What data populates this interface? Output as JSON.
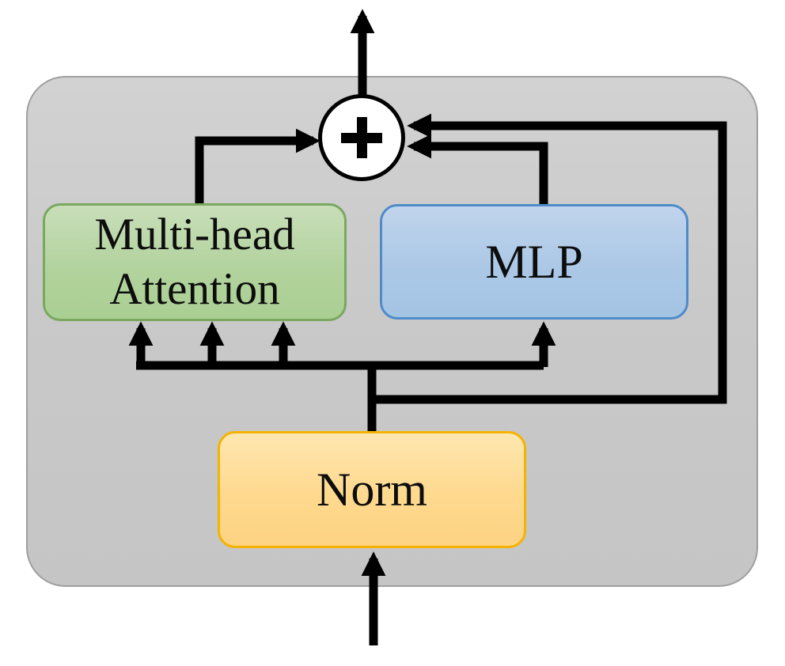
{
  "diagram": {
    "type": "block-diagram",
    "nodes": {
      "attention": {
        "id": "multi-head-attention",
        "lines": [
          "Multi-head",
          "Attention"
        ],
        "fill": "#b2d39d",
        "border": "#79a85e"
      },
      "mlp": {
        "id": "mlp",
        "label": "MLP",
        "fill": "#abc8e6",
        "border": "#4f8bc9"
      },
      "norm": {
        "id": "norm",
        "label": "Norm",
        "fill": "#fed98e",
        "border": "#f5b301"
      },
      "adder": {
        "id": "adder",
        "icon": "plus",
        "symbol": "+",
        "fill": "#ffffff",
        "border": "#000000"
      }
    },
    "edges": [
      {
        "from": "input",
        "to": "norm",
        "arrow": true
      },
      {
        "from": "norm",
        "to": "multi-head-attention",
        "arrow": true,
        "arrow_count": 3
      },
      {
        "from": "norm",
        "to": "mlp",
        "arrow": true
      },
      {
        "from": "norm",
        "to": "adder",
        "type": "residual-skip",
        "arrow": true
      },
      {
        "from": "multi-head-attention",
        "to": "adder",
        "arrow": true
      },
      {
        "from": "mlp",
        "to": "adder",
        "arrow": true
      },
      {
        "from": "adder",
        "to": "output",
        "arrow": true
      }
    ],
    "colors": {
      "edge_line": "#000000",
      "container_fill": "#c9c9c9",
      "container_border": "#9f9f9f",
      "text": "#0d0d0d"
    }
  }
}
